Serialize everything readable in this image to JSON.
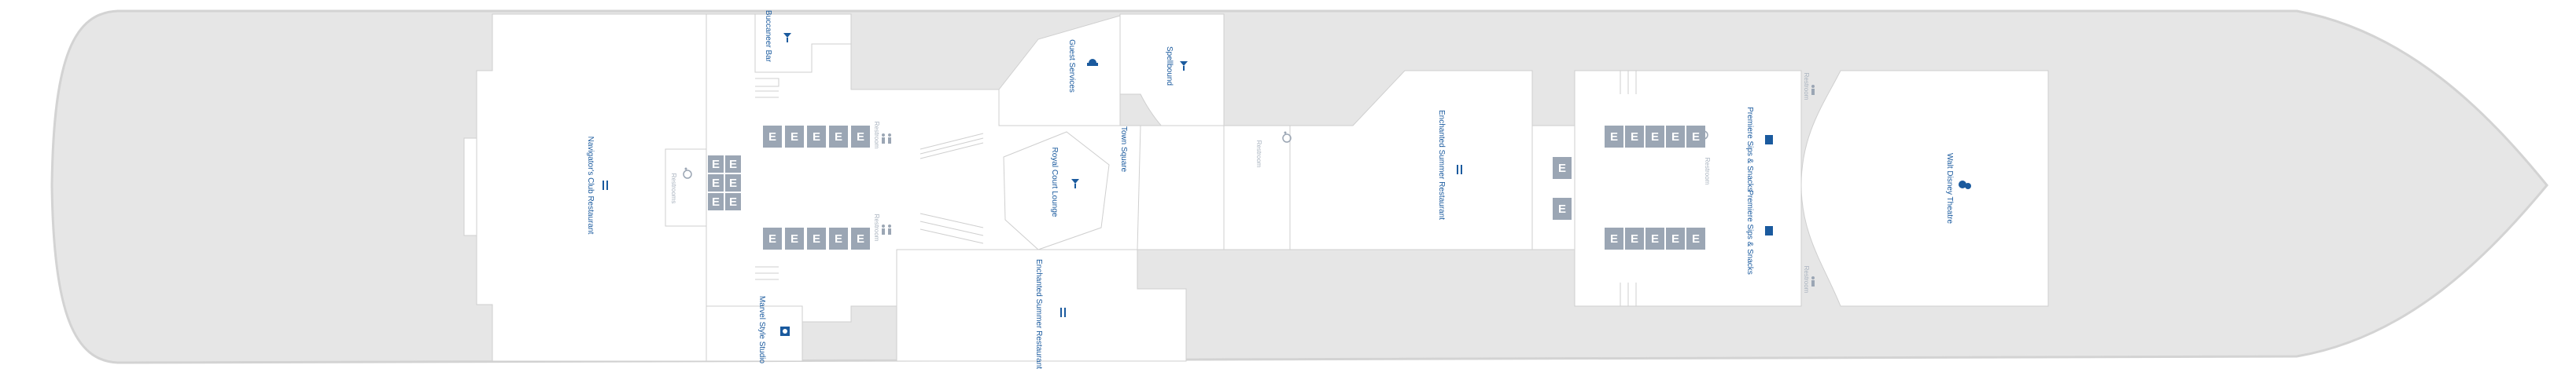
{
  "colors": {
    "hull": "#e6e6e6",
    "hull_outline": "#d3d3d3",
    "room": "#ffffff",
    "walls": "#cfcfcf",
    "label": "#1a5a9e",
    "elevator": "#9ba6b4",
    "restroom_label": "#a9b3bf"
  },
  "icons": {
    "restaurant": "fork-knife-icon",
    "bar": "cocktail-glass-icon",
    "theatre": "theatre-masks-icon",
    "guest_services": "desk-bell-icon",
    "studio": "portrait-icon",
    "snacks": "drink-cup-icon",
    "elevator": "elevator-icon",
    "restroom": "restroom-people-icon",
    "accessible": "wheelchair-icon"
  },
  "labels": {
    "navigators_club": "Navigator's Club Restaurant",
    "buccaneer_bar": "Buccaneer Bar",
    "marvel_studio": "Marvel Style Studio",
    "guest_services": "Guest Services",
    "spellbound": "Spellbound",
    "royal_court": "Royal Court Lounge",
    "town_square": "Town Square",
    "enchanted_bottom": "Enchanted Summer Restaurant",
    "enchanted_main": "Enchanted Summer Restaurant",
    "premiere_top": "Premiere Sips & Snacks",
    "premiere_bottom": "Premiere Sips & Snacks",
    "walt_disney_theatre": "Walt Disney Theatre",
    "restroom": "Restroom",
    "restrooms": "Restrooms",
    "elevator": "E"
  }
}
